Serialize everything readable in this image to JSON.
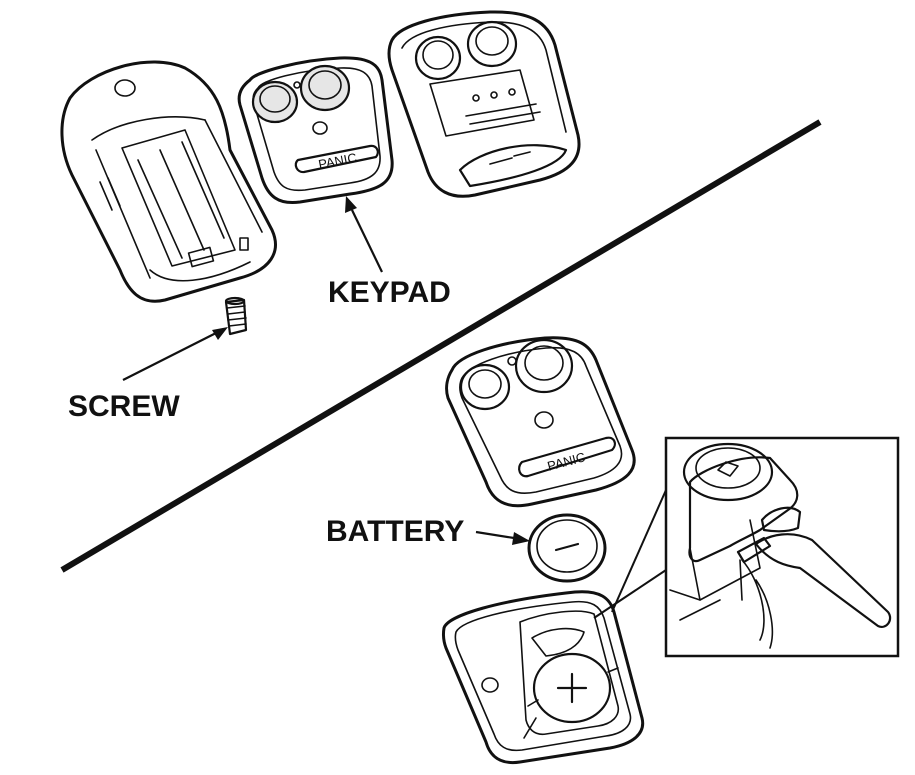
{
  "labels": {
    "keypad": "KEYPAD",
    "screw": "SCREW",
    "battery": "BATTERY"
  },
  "keypad_button_text": "PANIC",
  "icons": [
    "screw-icon",
    "keypad-icon",
    "battery-icon",
    "remote-case-icon",
    "screwdriver-icon"
  ],
  "colors": {
    "line": "#111111",
    "background": "#ffffff"
  }
}
